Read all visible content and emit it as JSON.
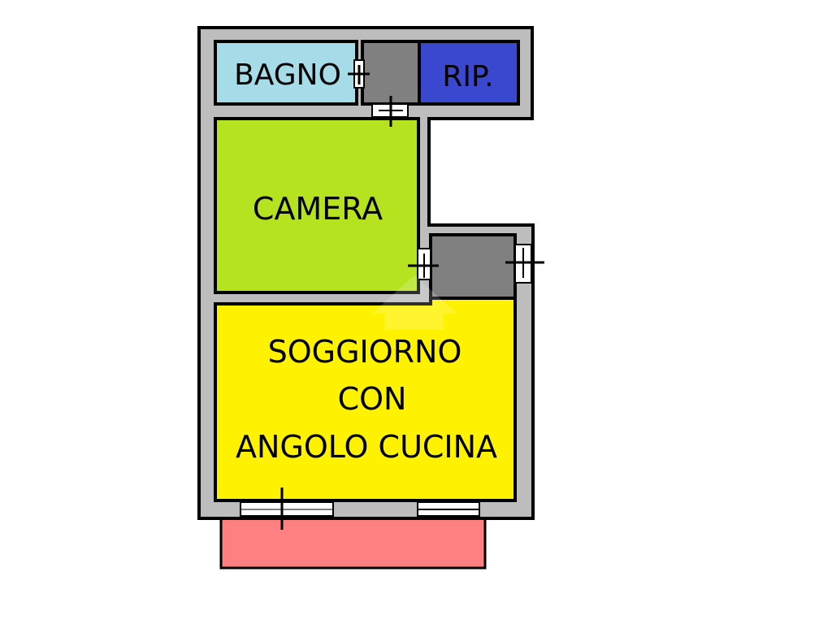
{
  "rooms": {
    "bagno": {
      "label": "BAGNO",
      "color": "#a6dbe8"
    },
    "ripostiglio": {
      "label": "RIP.",
      "color": "#3a48d0"
    },
    "camera": {
      "label": "CAMERA",
      "color": "#b5e31f"
    },
    "soggiorno": {
      "label_line1": "SOGGIORNO",
      "label_line2": "CON",
      "label_line3": "ANGOLO CUCINA",
      "color": "#fff200"
    },
    "disimpegno": {
      "color": "#808080"
    },
    "balcone": {
      "color": "#ff8080"
    }
  },
  "colors": {
    "wall": "#000000",
    "wall_fill": "#bdbdbd",
    "opening": "#ffffff"
  }
}
